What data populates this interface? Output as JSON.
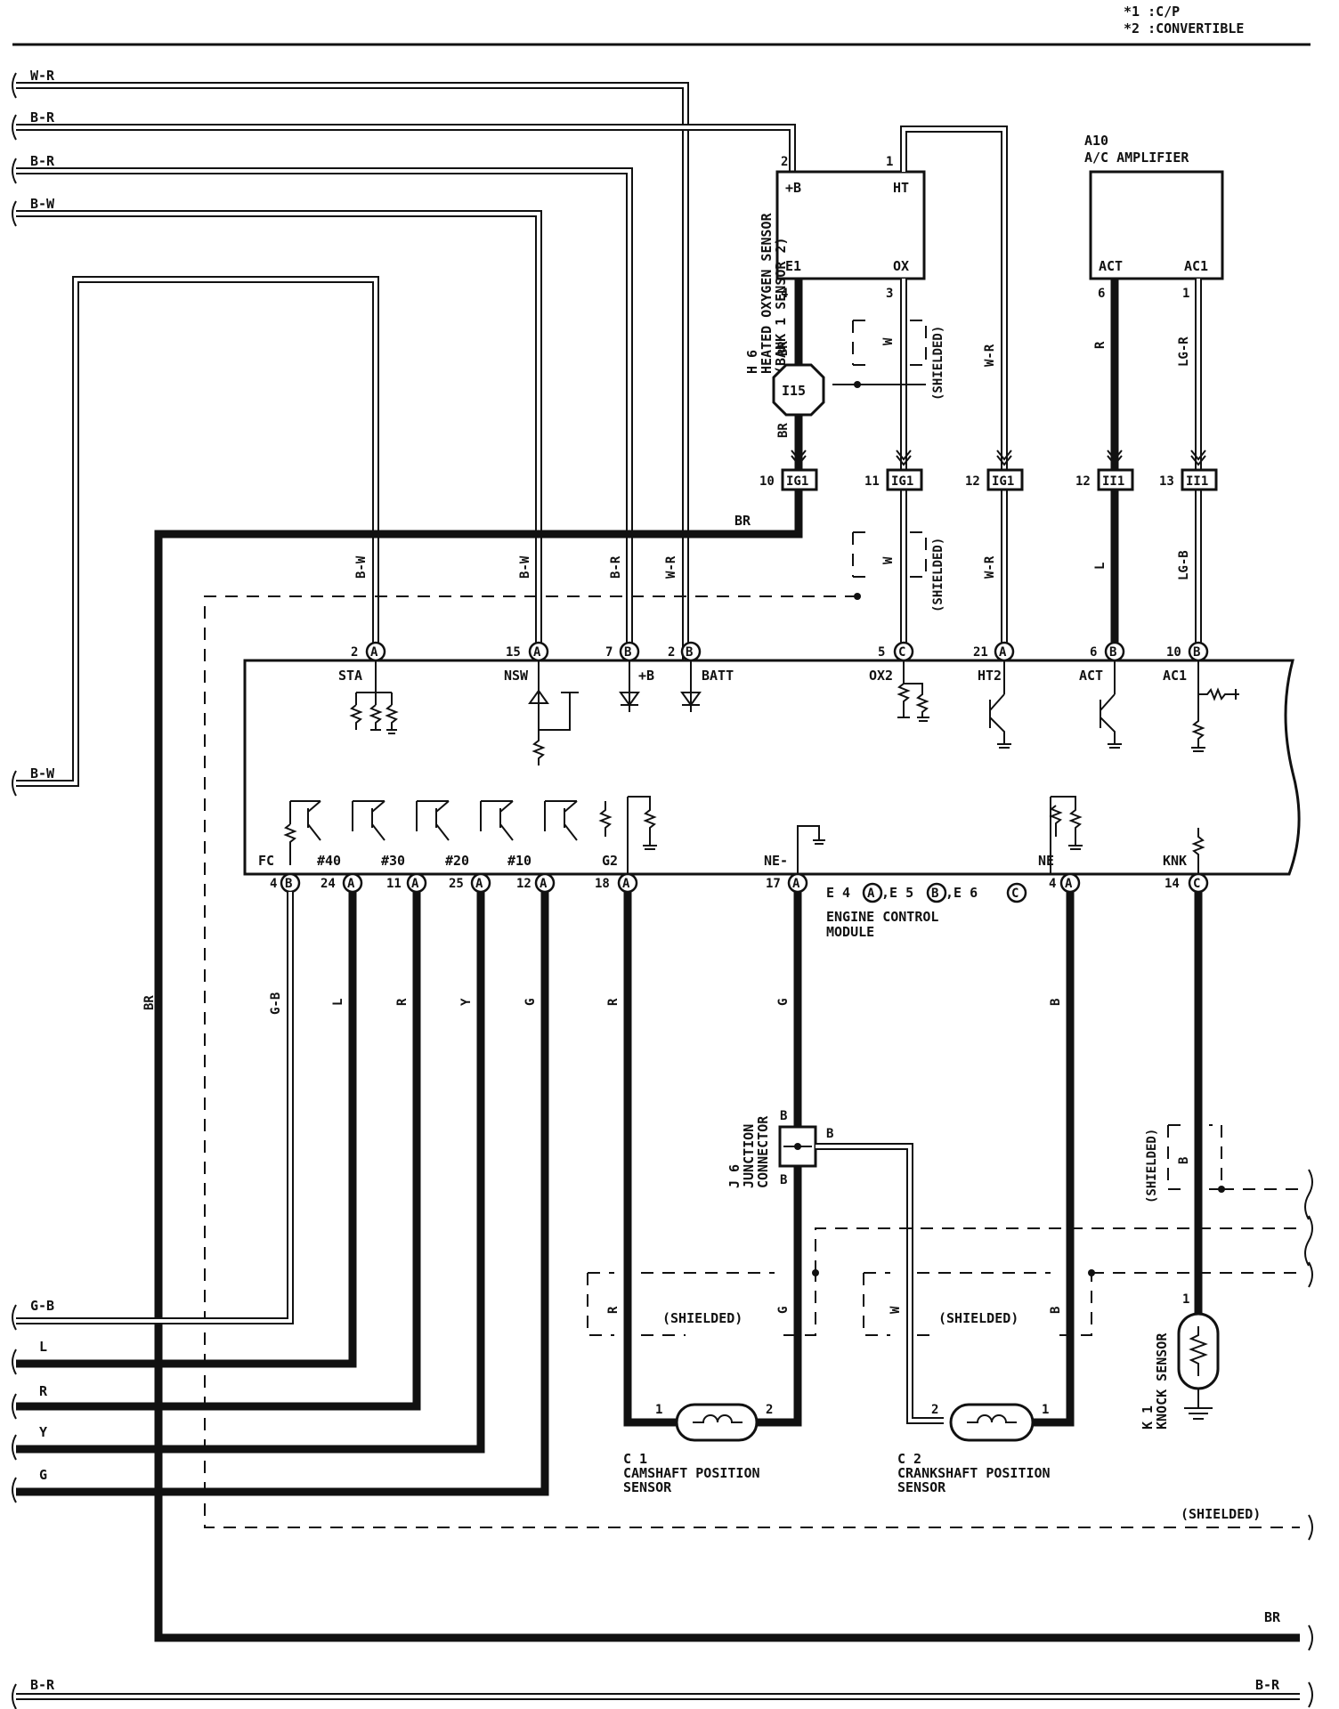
{
  "notes": [
    "*1 :C/P",
    "*2 :CONVERTIBLE"
  ],
  "left_wires": [
    "W-R",
    "B-R",
    "B-R",
    "B-W",
    "B-W",
    "G-B",
    "L",
    "R",
    "Y",
    "G"
  ],
  "bottom_wires": {
    "br_left": "BR",
    "br_right": "BR",
    "br2_left": "B-R",
    "br2_right": "B-R"
  },
  "h6": {
    "title_lines": [
      "H 6",
      "HEATED OXYGEN SENSOR",
      "(BANK 1 SENSOR 2)"
    ],
    "pin_plus_b": "+B",
    "pin_ht": "HT",
    "pin_e1": "E1",
    "pin_ox": "OX",
    "n2": "2",
    "n1": "1",
    "n4": "4",
    "n3": "3"
  },
  "a10": {
    "code": "A10",
    "name": "A/C AMPLIFIER",
    "pin_act": "ACT",
    "pin_ac1": "AC1",
    "n6": "6",
    "n1": "1"
  },
  "junction_i15": "I15",
  "connectors": [
    {
      "num": "10",
      "code": "IG1"
    },
    {
      "num": "11",
      "code": "IG1"
    },
    {
      "num": "12",
      "code": "IG1"
    },
    {
      "num": "12",
      "code": "II1"
    },
    {
      "num": "13",
      "code": "II1"
    }
  ],
  "wire_colors": {
    "br": "BR",
    "w": "W",
    "wr": "W-R",
    "r": "R",
    "lgr": "LG-R",
    "l": "L",
    "lgb": "LG-B",
    "bw": "B-W",
    "br2": "B-R",
    "g": "G",
    "gb": "G-B",
    "y": "Y",
    "b": "B"
  },
  "shielded": "(SHIELDED)",
  "ecm_top_pins": [
    {
      "num": "2",
      "conn": "A",
      "name": "STA"
    },
    {
      "num": "15",
      "conn": "A",
      "name": "NSW"
    },
    {
      "num": "7",
      "conn": "B",
      "name": "+B"
    },
    {
      "num": "2",
      "conn": "B",
      "name": "BATT"
    },
    {
      "num": "5",
      "conn": "C",
      "name": "OX2"
    },
    {
      "num": "21",
      "conn": "A",
      "name": "HT2"
    },
    {
      "num": "6",
      "conn": "B",
      "name": "ACT"
    },
    {
      "num": "10",
      "conn": "B",
      "name": "AC1"
    }
  ],
  "ecm_bottom_pins": [
    {
      "num": "4",
      "conn": "B",
      "name": "FC"
    },
    {
      "num": "24",
      "conn": "A",
      "name": "#40"
    },
    {
      "num": "11",
      "conn": "A",
      "name": "#30"
    },
    {
      "num": "25",
      "conn": "A",
      "name": "#20"
    },
    {
      "num": "12",
      "conn": "A",
      "name": "#10"
    },
    {
      "num": "18",
      "conn": "A",
      "name": "G2"
    },
    {
      "num": "17",
      "conn": "A",
      "name": "NE-"
    },
    {
      "num": "4",
      "conn": "A",
      "name": "NE"
    },
    {
      "num": "14",
      "conn": "C",
      "name": "KNK"
    }
  ],
  "ecm": {
    "label_prefix": "E 4",
    "c1": "A",
    "sep1": ",E 5",
    "c2": "B",
    "sep2": ",E 6",
    "c3": "C",
    "name1": "ENGINE CONTROL",
    "name2": "MODULE"
  },
  "j6": {
    "title_lines": [
      "J 6",
      "JUNCTION",
      "CONNECTOR"
    ],
    "pin": "B"
  },
  "c1": {
    "code": "C 1",
    "name1": "CAMSHAFT POSITION",
    "name2": "SENSOR",
    "p1": "1",
    "p2": "2"
  },
  "c2": {
    "code": "C 2",
    "name1": "CRANKSHAFT POSITION",
    "name2": "SENSOR",
    "p1": "1",
    "p2": "2"
  },
  "k1": {
    "title_lines": [
      "K 1",
      "KNOCK SENSOR"
    ],
    "pin": "1"
  }
}
